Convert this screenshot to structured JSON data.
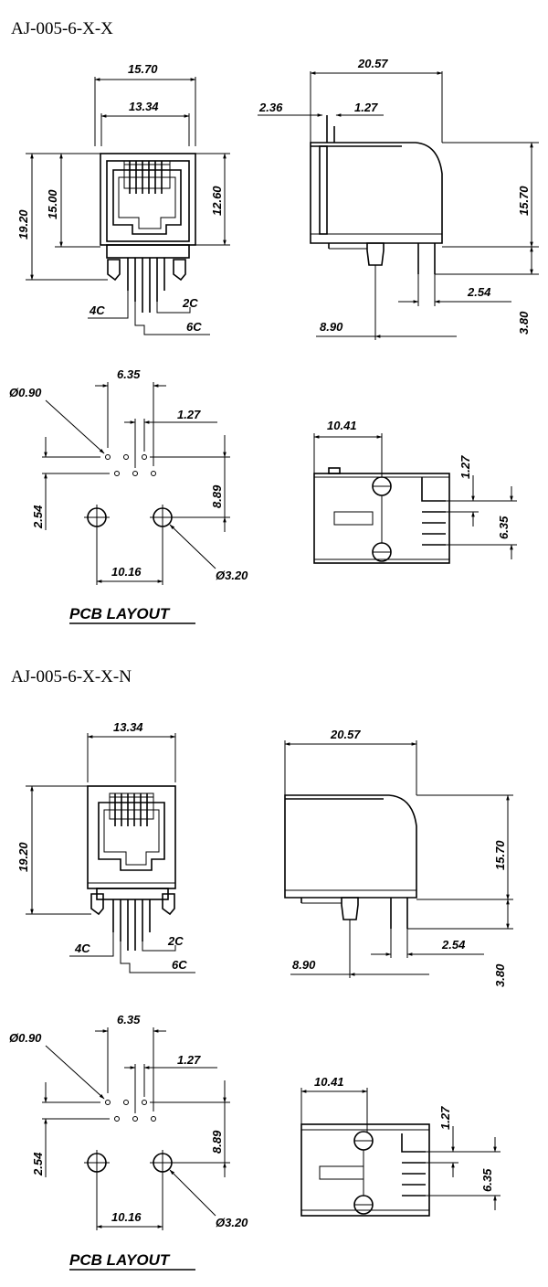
{
  "drawings": [
    {
      "title": "AJ-005-6-X-X",
      "front": {
        "w_outer": "15.70",
        "w_inner": "13.34",
        "h_total": "19.20",
        "h_body": "15.00",
        "h_port": "12.60",
        "c4": "4C",
        "c2": "2C",
        "c6": "6C"
      },
      "side": {
        "length": "20.57",
        "d1": "2.36",
        "d2": "1.27",
        "height": "15.70",
        "pin_pitch": "2.54",
        "post_offset": "8.90",
        "pin_len": "3.80"
      },
      "pcb": {
        "hole_dia": "Ø0.90",
        "span": "6.35",
        "pitch": "1.27",
        "row_gap": "2.54",
        "height": "8.89",
        "post_span": "10.16",
        "post_dia": "Ø3.20",
        "label": "PCB LAYOUT"
      },
      "top": {
        "width": "10.41",
        "pitch": "1.27",
        "span": "6.35"
      }
    },
    {
      "title": "AJ-005-6-X-X-N",
      "front": {
        "w_inner": "13.34",
        "h_total": "19.20",
        "c4": "4C",
        "c2": "2C",
        "c6": "6C"
      },
      "side": {
        "length": "20.57",
        "height": "15.70",
        "pin_pitch": "2.54",
        "post_offset": "8.90",
        "pin_len": "3.80"
      },
      "pcb": {
        "hole_dia": "Ø0.90",
        "span": "6.35",
        "pitch": "1.27",
        "row_gap": "2.54",
        "height": "8.89",
        "post_span": "10.16",
        "post_dia": "Ø3.20",
        "label": "PCB LAYOUT"
      },
      "top": {
        "width": "10.41",
        "pitch": "1.27",
        "span": "6.35"
      }
    }
  ]
}
